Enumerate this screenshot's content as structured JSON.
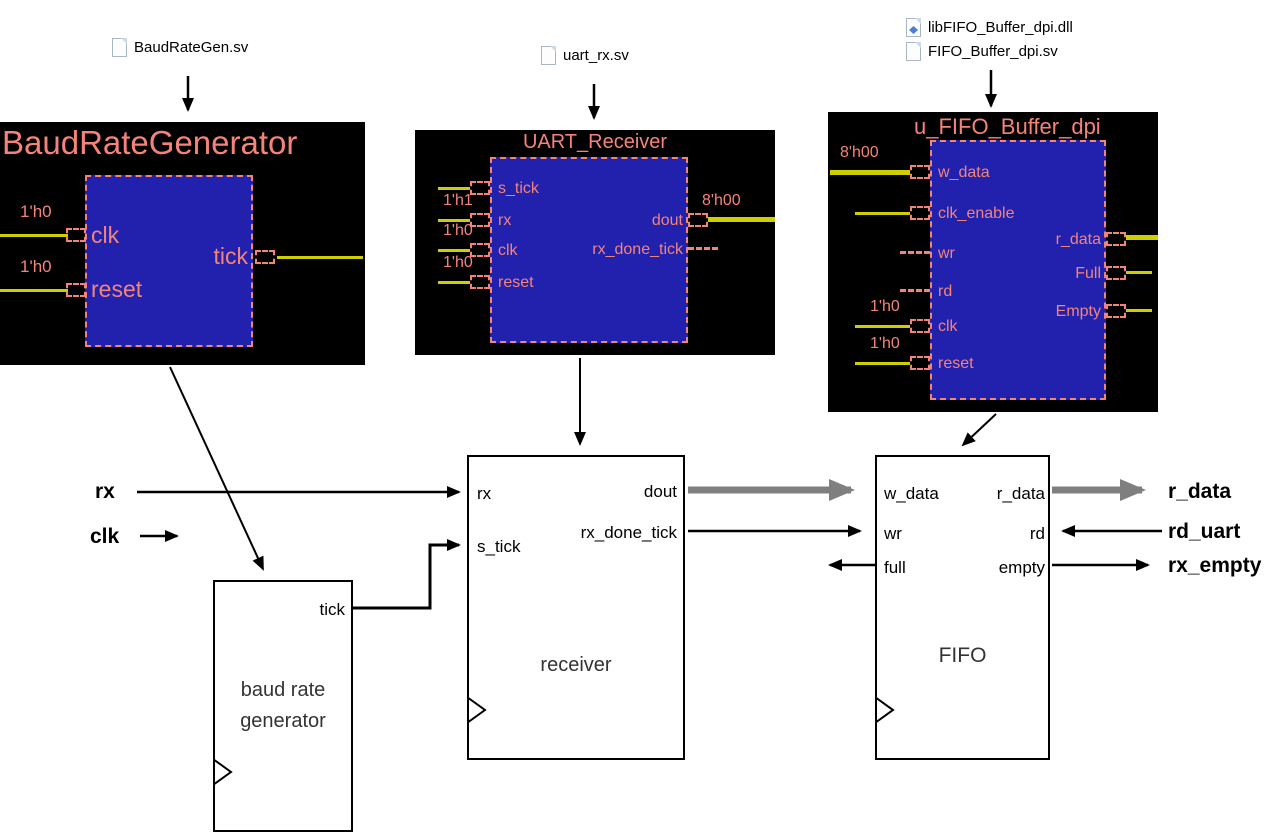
{
  "colors": {
    "panel_background": "#000000",
    "module_fill": "#2121ae",
    "module_accent": "#f4837a",
    "wire_yellow": "#cfcf00",
    "bus_gray": "#7f7f7f",
    "diagram_line": "#000000"
  },
  "file_labels": {
    "baud": "BaudRateGen.sv",
    "uart": "uart_rx.sv",
    "fifo_dll": "libFIFO_Buffer_dpi.dll",
    "fifo_sv": "FIFO_Buffer_dpi.sv"
  },
  "panels": {
    "baud": {
      "title": "BaudRateGenerator",
      "ports": {
        "clk": {
          "label": "clk",
          "value": "1'h0"
        },
        "reset": {
          "label": "reset",
          "value": "1'h0"
        },
        "tick": {
          "label": "tick"
        }
      }
    },
    "uart": {
      "title": "UART_Receiver",
      "ports": {
        "s_tick": {
          "label": "s_tick"
        },
        "rx": {
          "label": "rx",
          "value": "1'h1"
        },
        "clk": {
          "label": "clk",
          "value": "1'h0"
        },
        "reset": {
          "label": "reset",
          "value": "1'h0"
        },
        "dout": {
          "label": "dout",
          "value": "8'h00"
        },
        "rx_done_tick": {
          "label": "rx_done_tick"
        }
      }
    },
    "fifo": {
      "title": "u_FIFO_Buffer_dpi",
      "ports": {
        "w_data": {
          "label": "w_data",
          "value": "8'h00"
        },
        "clk_enable": {
          "label": "clk_enable"
        },
        "wr": {
          "label": "wr"
        },
        "rd": {
          "label": "rd"
        },
        "clk": {
          "label": "clk",
          "value": "1'h0"
        },
        "reset": {
          "label": "reset",
          "value": "1'h0"
        },
        "r_data": {
          "label": "r_data"
        },
        "full": {
          "label": "Full"
        },
        "empty": {
          "label": "Empty"
        }
      }
    }
  },
  "blocks": {
    "baudgen": {
      "name": "baud rate generator",
      "ports": {
        "tick": "tick"
      }
    },
    "receiver": {
      "name": "receiver",
      "ports": {
        "rx": "rx",
        "s_tick": "s_tick",
        "dout": "dout",
        "rx_done_tick": "rx_done_tick"
      }
    },
    "fifo": {
      "name": "FIFO",
      "ports": {
        "w_data": "w_data",
        "wr": "wr",
        "full": "full",
        "r_data": "r_data",
        "rd": "rd",
        "empty": "empty"
      }
    }
  },
  "signal_labels": {
    "rx": "rx",
    "clk": "clk",
    "r_data": "r_data",
    "rd_uart": "rd_uart",
    "rx_empty": "rx_empty"
  }
}
